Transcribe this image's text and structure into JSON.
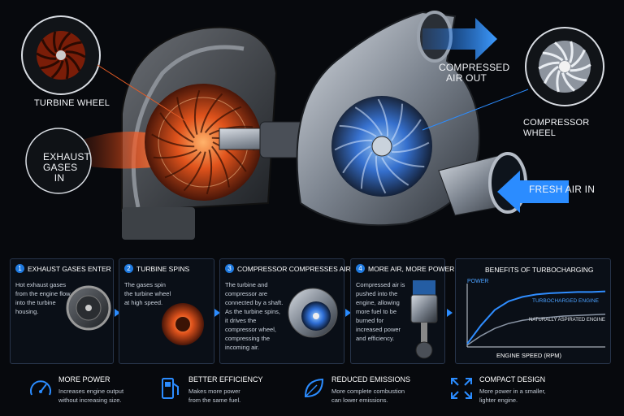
{
  "hero": {
    "turbine_wheel": "TURBINE WHEEL",
    "exhaust_in": [
      "EXHAUST",
      "GASES IN"
    ],
    "compressed_out": [
      "COMPRESSED",
      "AIR OUT"
    ],
    "compressor_wheel": "COMPRESSOR WHEEL",
    "fresh_air": "FRESH AIR IN"
  },
  "steps": [
    {
      "num": "1",
      "title": "EXHAUST GASES ENTER",
      "desc": [
        "Hot exhaust gases",
        "from the engine flow",
        "into the turbine",
        "housing."
      ]
    },
    {
      "num": "2",
      "title": "TURBINE SPINS",
      "desc": [
        "The gases spin",
        "the turbine wheel",
        "at high speed."
      ]
    },
    {
      "num": "3",
      "title": "COMPRESSOR COMPRESSES AIR",
      "desc": [
        "The turbine and",
        "compressor are",
        "connected by a shaft.",
        "As the turbine spins,",
        "it drives the",
        "compressor wheel,",
        "compressing the",
        "incoming air."
      ]
    },
    {
      "num": "4",
      "title": "MORE AIR, MORE POWER",
      "desc": [
        "Compressed air is",
        "pushed into the",
        "engine, allowing",
        "more fuel to be",
        "burned for",
        "increased power",
        "and efficiency."
      ]
    }
  ],
  "chart": {
    "title": "BENEFITS OF TURBOCHARGING",
    "ylabel": "POWER",
    "xlabel": "ENGINE SPEED (RPM)",
    "series_turbo": "TURBOCHARGED ENGINE",
    "series_na": "NATURALLY ASPIRATED ENGINE"
  },
  "chart_data": {
    "type": "line",
    "title": "BENEFITS OF TURBOCHARGING",
    "xlabel": "ENGINE SPEED (RPM)",
    "ylabel": "POWER",
    "x": [
      0,
      1,
      2,
      3,
      4,
      5,
      6,
      7,
      8,
      9,
      10
    ],
    "series": [
      {
        "name": "TURBOCHARGED ENGINE",
        "values": [
          0.05,
          0.35,
          0.6,
          0.74,
          0.81,
          0.85,
          0.87,
          0.88,
          0.89,
          0.89,
          0.9
        ]
      },
      {
        "name": "NATURALLY ASPIRATED ENGINE",
        "values": [
          0.03,
          0.18,
          0.3,
          0.38,
          0.43,
          0.46,
          0.48,
          0.5,
          0.51,
          0.52,
          0.53
        ]
      }
    ],
    "colors": [
      "#2f8dff",
      "#8a95a5"
    ],
    "grid": false,
    "legend": "inline"
  },
  "benefits": [
    {
      "title": "MORE POWER",
      "desc": [
        "Increases engine output",
        "without increasing size."
      ],
      "icon": "gauge-icon"
    },
    {
      "title": "BETTER EFFICIENCY",
      "desc": [
        "Makes more power",
        "from the same fuel."
      ],
      "icon": "fuel-pump-icon"
    },
    {
      "title": "REDUCED EMISSIONS",
      "desc": [
        "More complete combustion",
        "can lower emissions."
      ],
      "icon": "leaf-icon"
    },
    {
      "title": "COMPACT DESIGN",
      "desc": [
        "More power in a smaller,",
        "lighter engine."
      ],
      "icon": "expand-icon"
    }
  ],
  "colors": {
    "accent": "#2b8cff",
    "hot": "#ff6a2a",
    "background": "#07090d"
  }
}
